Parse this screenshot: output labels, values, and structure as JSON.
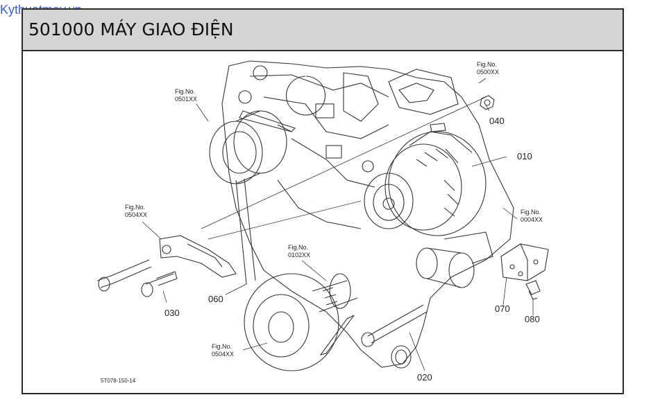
{
  "watermark": "Kythuatmay.vn",
  "title": "501000 MÁY GIAO ĐIỆN",
  "diagram_code": "5T078-150-14",
  "parts": {
    "p010": "010",
    "p020": "020",
    "p030": "030",
    "p040": "040",
    "p060": "060",
    "p070": "070",
    "p080": "080"
  },
  "fig_refs": {
    "r0501": {
      "label": "Fig.No.",
      "code": "0501XX"
    },
    "r0500": {
      "label": "Fig.No.",
      "code": "0500XX"
    },
    "r0504a": {
      "label": "Fig.No.",
      "code": "0504XX"
    },
    "r0004": {
      "label": "Fig.No.",
      "code": "0004XX"
    },
    "r0102": {
      "label": "Fig.No.",
      "code": "0102XX"
    },
    "r0504b": {
      "label": "Fig.No.",
      "code": "0504XX"
    }
  }
}
